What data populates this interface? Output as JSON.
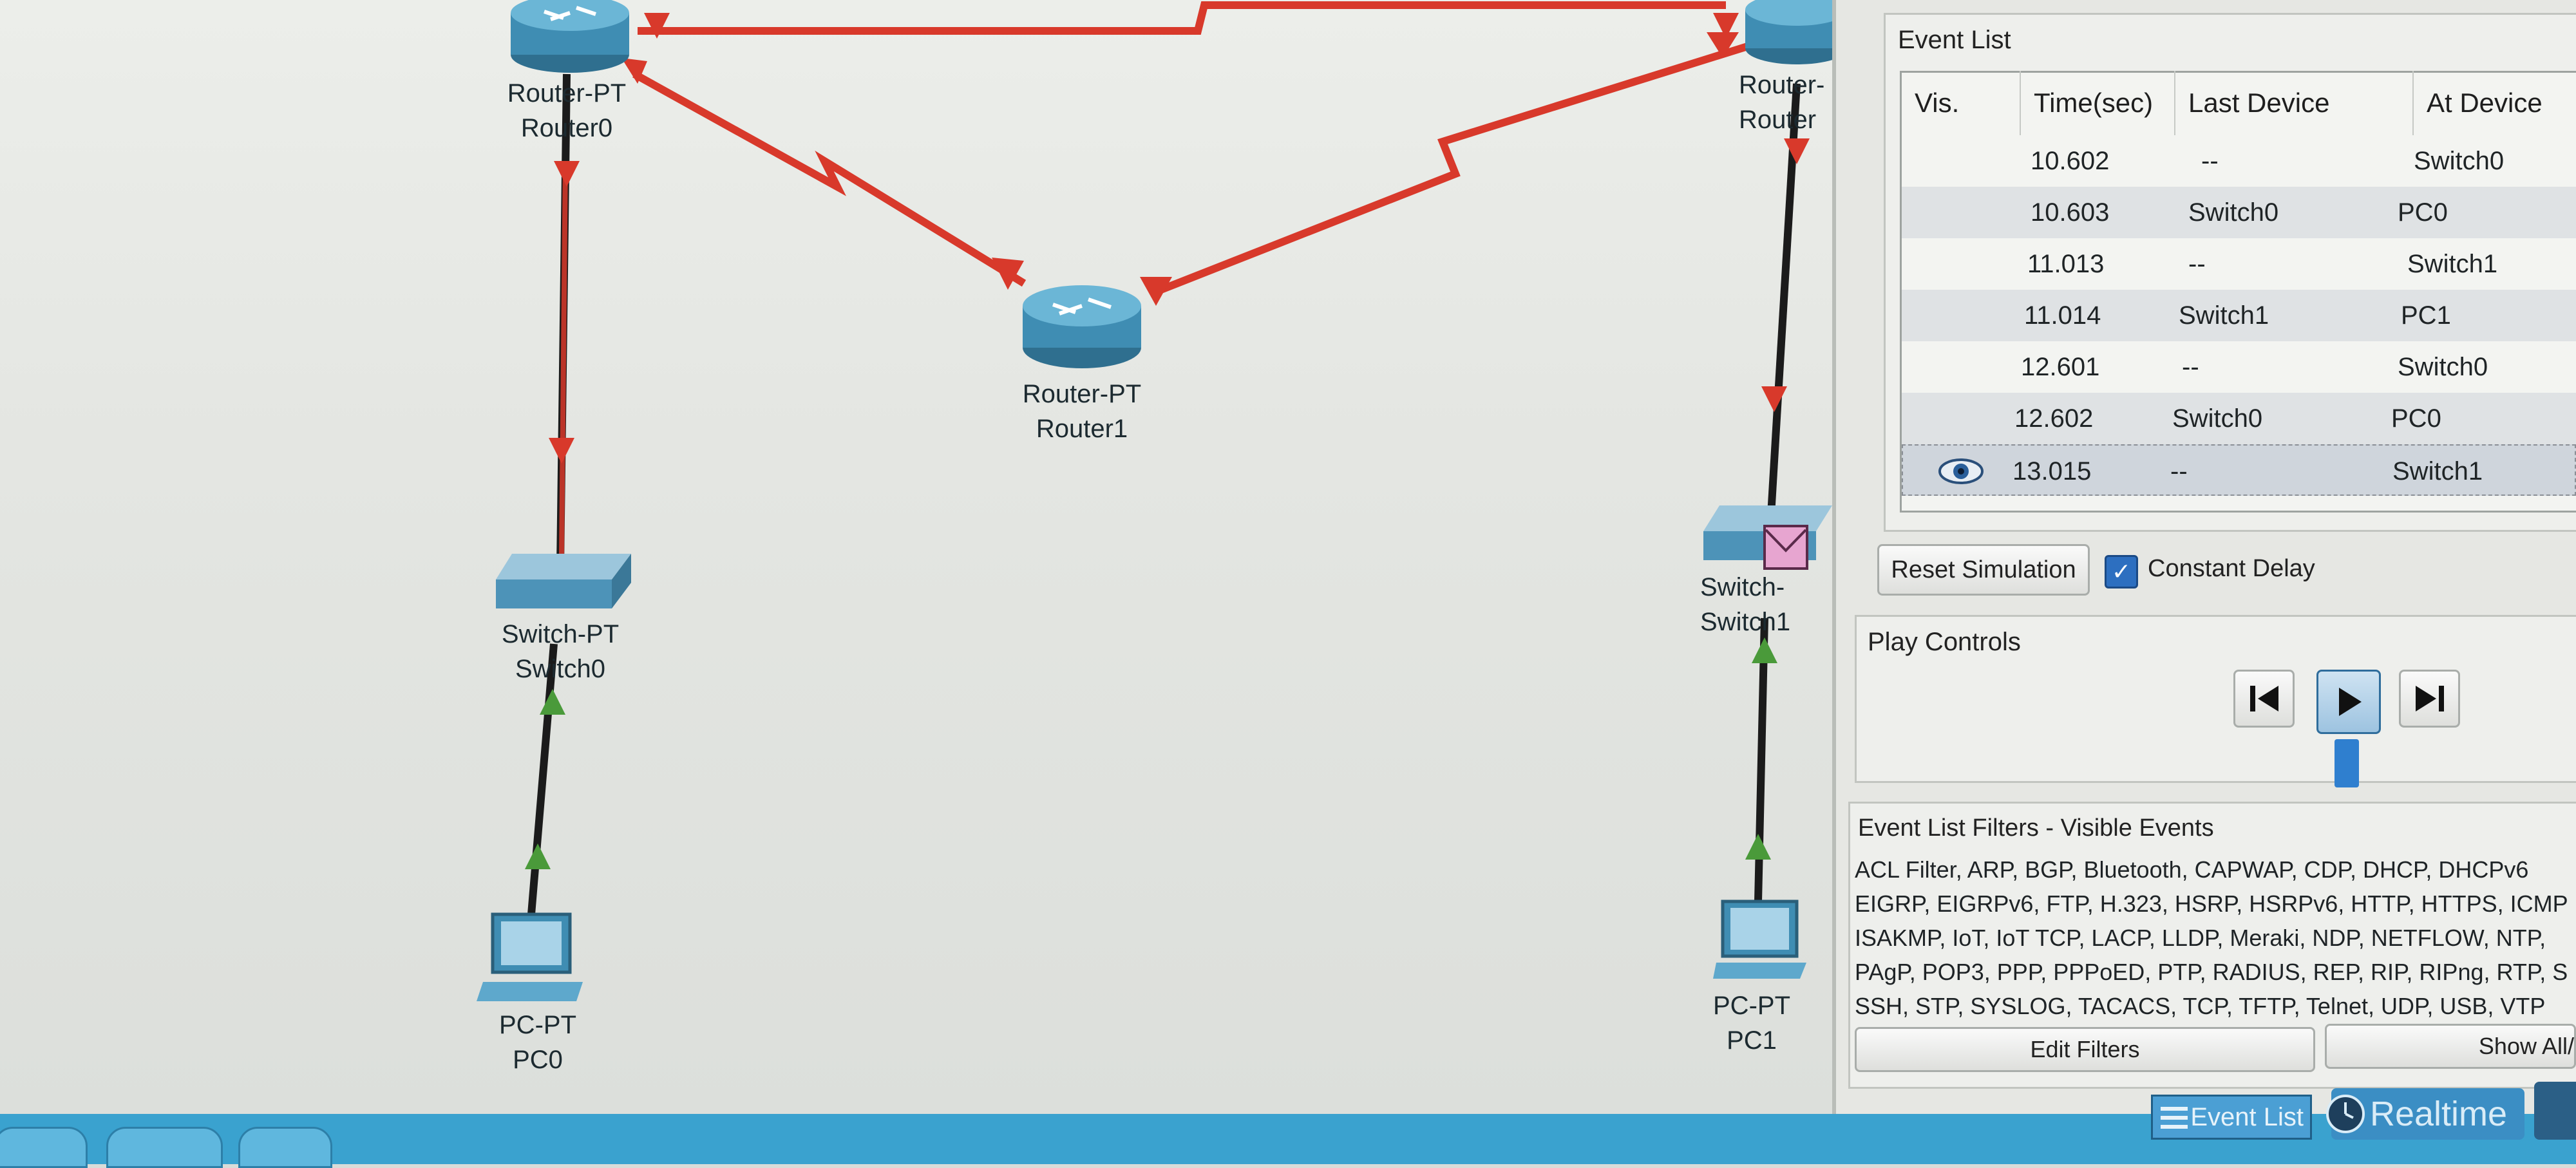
{
  "topology": {
    "devices": [
      {
        "type": "Router-PT",
        "name": "Router0"
      },
      {
        "type": "Router-PT",
        "name": "Router1"
      },
      {
        "type": "Router-",
        "name": "Router"
      },
      {
        "type": "Switch-PT",
        "name": "Switch0"
      },
      {
        "type": "Switch-",
        "name": "Switch1"
      },
      {
        "type": "PC-PT",
        "name": "PC0"
      },
      {
        "type": "PC-PT",
        "name": "PC1"
      }
    ],
    "colors": {
      "serial_link": "#d8392b",
      "ethernet_link": "#1b1b1b",
      "link_down": "#d8392b",
      "link_up": "#4a9a3a"
    }
  },
  "event_list": {
    "title": "Event List",
    "columns": [
      "Vis.",
      "Time(sec)",
      "Last Device",
      "At Device"
    ],
    "rows": [
      {
        "time": "10.602",
        "last": "--",
        "at": "Switch0"
      },
      {
        "time": "10.603",
        "last": "Switch0",
        "at": "PC0"
      },
      {
        "time": "11.013",
        "last": "--",
        "at": "Switch1"
      },
      {
        "time": "11.014",
        "last": "Switch1",
        "at": "PC1"
      },
      {
        "time": "12.601",
        "last": "--",
        "at": "Switch0"
      },
      {
        "time": "12.602",
        "last": "Switch0",
        "at": "PC0"
      },
      {
        "time": "13.015",
        "last": "--",
        "at": "Switch1",
        "vis_icon": "eye-icon",
        "selected": true
      }
    ]
  },
  "simulation": {
    "reset_label": "Reset Simulation",
    "constant_delay_label": "Constant Delay",
    "constant_delay_checked": true
  },
  "play_controls": {
    "title": "Play Controls",
    "buttons": [
      "back-icon",
      "play-icon",
      "forward-icon"
    ]
  },
  "filters": {
    "title": "Event List Filters - Visible Events",
    "lines": [
      "ACL Filter, ARP, BGP, Bluetooth, CAPWAP, CDP, DHCP, DHCPv6",
      "EIGRP, EIGRPv6, FTP, H.323, HSRP, HSRPv6, HTTP, HTTPS, ICMP",
      "ISAKMP, IoT, IoT TCP, LACP, LLDP, Meraki, NDP, NETFLOW, NTP,",
      "PAgP, POP3, PPP, PPPoED, PTP, RADIUS, REP, RIP, RIPng, RTP, S",
      "SSH, STP, SYSLOG, TACACS, TCP, TFTP, Telnet, UDP, USB, VTP"
    ],
    "edit_label": "Edit Filters",
    "show_all_label": "Show All/"
  },
  "bottom_bar": {
    "event_list_label": "Event List",
    "realtime_label": "Realtime"
  }
}
